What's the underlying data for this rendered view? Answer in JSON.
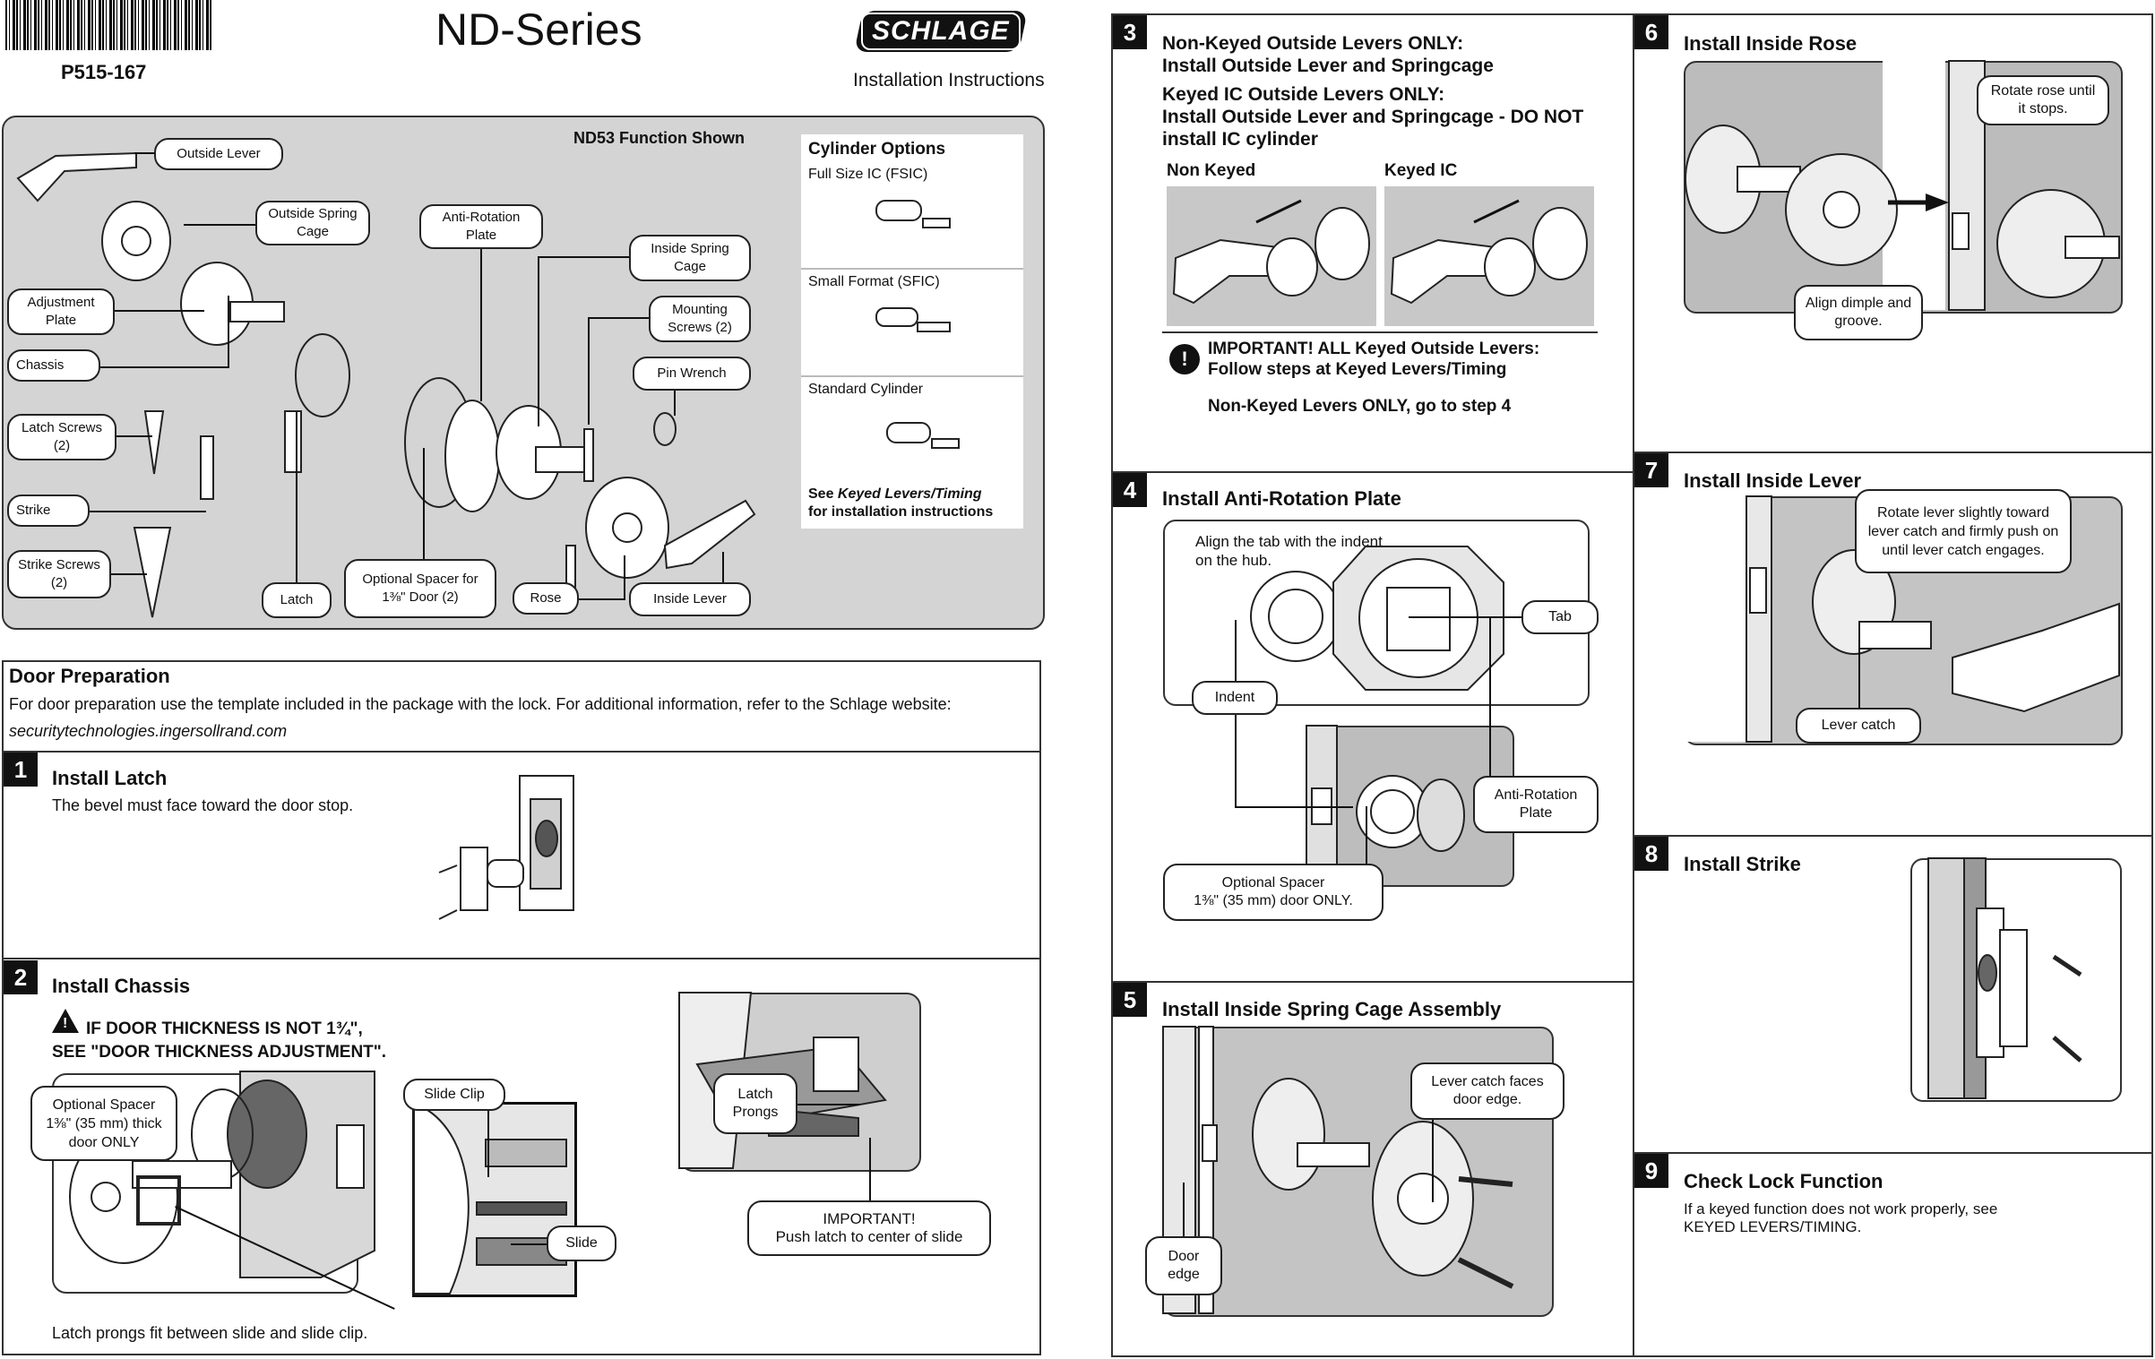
{
  "header": {
    "doc_number": "P515-167",
    "series_title": "ND-Series",
    "brand": "SCHLAGE",
    "subtitle": "Installation Instructions"
  },
  "parts": {
    "function_shown": "ND53 Function Shown",
    "labels": {
      "outside_lever": "Outside Lever",
      "outside_spring_cage": "Outside Spring Cage",
      "adjustment_plate": "Adjustment Plate",
      "chassis": "Chassis",
      "latch_screws": "Latch Screws (2)",
      "strike": "Strike",
      "strike_screws": "Strike Screws (2)",
      "latch": "Latch",
      "anti_rotation_plate": "Anti-Rotation Plate",
      "optional_spacer": "Optional Spacer for",
      "optional_spacer_size": "1⅜\" Door (2)",
      "inside_spring_cage": "Inside Spring Cage",
      "mounting_screws": "Mounting Screws (2)",
      "pin_wrench": "Pin Wrench",
      "rose": "Rose",
      "inside_lever": "Inside Lever"
    },
    "cylinder_options": {
      "title": "Cylinder Options",
      "items": [
        "Full Size IC (FSIC)",
        "Small Format (SFIC)",
        "Standard Cylinder"
      ],
      "see_prefix": "See ",
      "see_em": "Keyed Levers/Timing",
      "see_suffix": "for installation instructions"
    }
  },
  "door_prep": {
    "title": "Door Preparation",
    "text": "For door preparation use the template included in the package with the lock. For additional information, refer to the Schlage website:",
    "url": "securitytechnologies.ingersollrand.com"
  },
  "steps": {
    "s1": {
      "num": "1",
      "title": "Install Latch",
      "text": "The bevel must face toward the door stop."
    },
    "s2": {
      "num": "2",
      "title": "Install Chassis",
      "warning_line1": "IF DOOR THICKNESS IS NOT 1¾\",",
      "warning_line2": "SEE \"DOOR THICKNESS ADJUSTMENT\".",
      "spacer_label": "Optional Spacer",
      "spacer_label2": "1⅜\" (35 mm) thick",
      "spacer_label3": "door ONLY",
      "slide_clip": "Slide Clip",
      "slide": "Slide",
      "latch_prongs": "Latch Prongs",
      "important_1": "IMPORTANT!",
      "important_2": "Push latch to center of slide",
      "footer": "Latch prongs fit between slide and slide clip."
    },
    "s3": {
      "num": "3",
      "line1": "Non-Keyed Outside Levers ONLY:",
      "line2": "Install Outside Lever and Springcage",
      "line3": "Keyed IC Outside Levers ONLY:",
      "line4": "Install Outside Lever and Springcage - DO NOT",
      "line5": "install IC cylinder",
      "col1": "Non Keyed",
      "col2": "Keyed IC",
      "important1": "IMPORTANT! ALL Keyed Outside Levers:",
      "important2": "Follow steps at Keyed Levers/Timing",
      "important3": "Non-Keyed Levers ONLY, go to step 4"
    },
    "s4": {
      "num": "4",
      "title": "Install Anti-Rotation Plate",
      "align1": "Align the tab with the indent",
      "align2": "on the hub.",
      "tab": "Tab",
      "indent": "Indent",
      "anti_rotation": "Anti-Rotation Plate",
      "spacer1": "Optional Spacer",
      "spacer2": "1⅜\" (35 mm) door ONLY."
    },
    "s5": {
      "num": "5",
      "title": "Install Inside Spring Cage Assembly",
      "lever_catch": "Lever catch faces door edge.",
      "door_edge": "Door edge"
    },
    "s6": {
      "num": "6",
      "title": "Install Inside Rose",
      "rotate": "Rotate rose until it stops.",
      "align": "Align dimple and groove."
    },
    "s7": {
      "num": "7",
      "title": "Install Inside Lever",
      "rotate": "Rotate lever slightly toward lever catch and firmly push on until lever catch engages.",
      "lever_catch": "Lever catch"
    },
    "s8": {
      "num": "8",
      "title": "Install Strike"
    },
    "s9": {
      "num": "9",
      "title": "Check Lock Function",
      "text1": "If a keyed function does not work properly, see",
      "text2": "KEYED LEVERS/TIMING."
    }
  }
}
